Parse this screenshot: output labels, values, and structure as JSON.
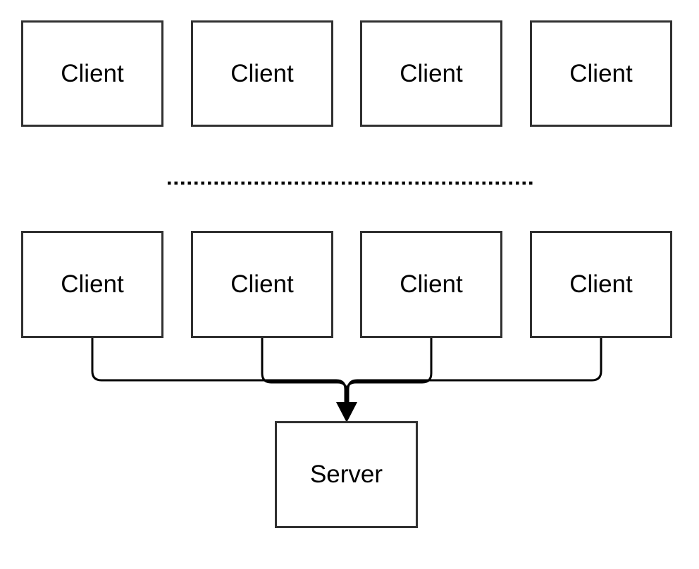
{
  "diagram": {
    "title": "clients-to-server-fan-in-diagram",
    "colors": {
      "background": "#ffffff",
      "box_border": "#303030",
      "box_fill": "#ffffff",
      "connector": "#000000",
      "text": "#000000"
    },
    "nodes": {
      "top_row": [
        {
          "label": "Client"
        },
        {
          "label": "Client"
        },
        {
          "label": "Client"
        },
        {
          "label": "Client"
        }
      ],
      "bottom_row": [
        {
          "label": "Client"
        },
        {
          "label": "Client"
        },
        {
          "label": "Client"
        },
        {
          "label": "Client"
        }
      ],
      "server": {
        "label": "Server"
      }
    },
    "separator": {
      "style": "dotted-line",
      "meaning": "continuation / more clients"
    },
    "connections": {
      "description": "each bottom-row client connects to server, merged into single arrow",
      "arrowhead": "solid-triangle-down"
    }
  }
}
